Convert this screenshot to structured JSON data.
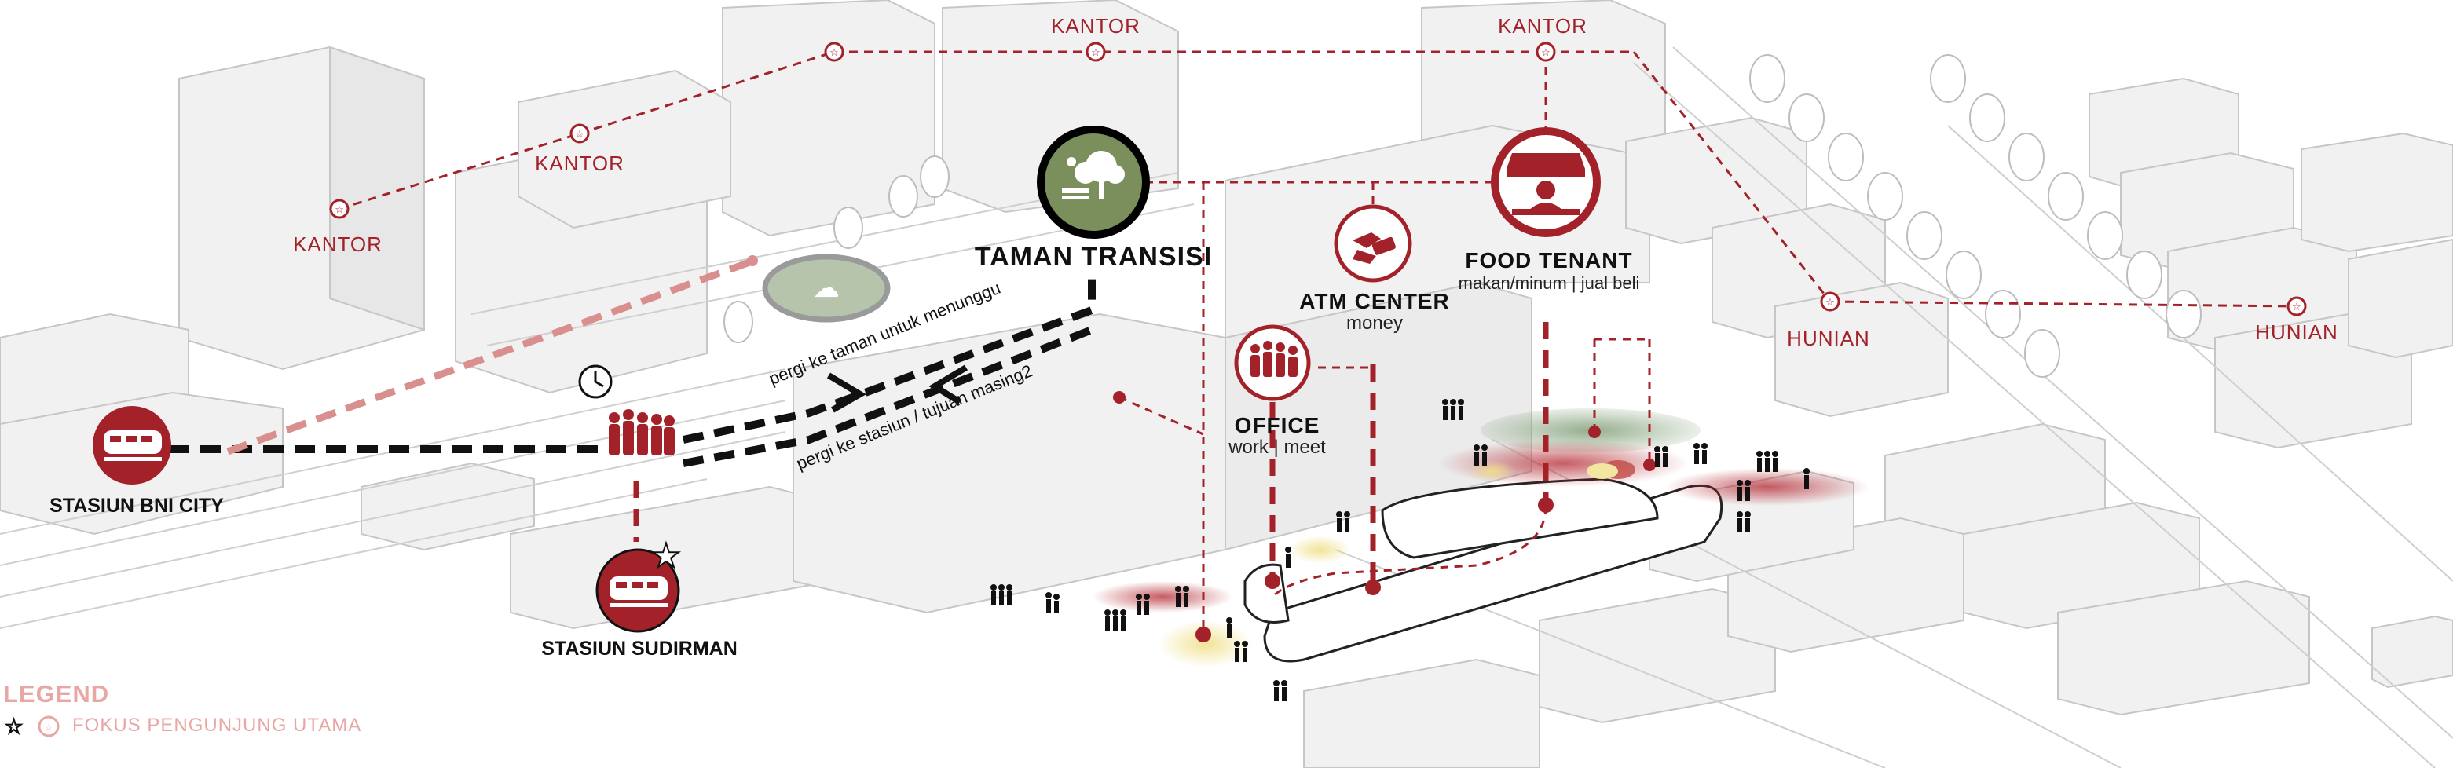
{
  "colors": {
    "accent_red": "#a3222a",
    "park_green": "#7a8f5c",
    "legend_pink": "#e8a6a4",
    "building_line": "#c9c9c9"
  },
  "nodes": {
    "kantor_1": "KANTOR",
    "kantor_2": "KANTOR",
    "kantor_3": "KANTOR",
    "kantor_4": "KANTOR",
    "hunian_1": "HUNIAN",
    "hunian_2": "HUNIAN",
    "taman_transisi": "TAMAN TRANSISI",
    "atm_center": "ATM CENTER",
    "atm_sub": "money",
    "food_tenant": "FOOD TENANT",
    "food_sub": "makan/minum | jual beli",
    "office": "OFFICE",
    "office_sub": "work | meet",
    "stasiun_bni": "STASIUN BNI CITY",
    "stasiun_sudirman": "STASIUN SUDIRMAN"
  },
  "paths": {
    "to_park": "pergi ke taman untuk menunggu",
    "to_station": "pergi ke stasiun / tujuan masing2"
  },
  "legend": {
    "title": "LEGEND",
    "item": "FOKUS PENGUNJUNG UTAMA"
  },
  "icons": [
    "train-icon",
    "clock-icon",
    "people-icon",
    "tree-bench-icon",
    "atm-hand-icon",
    "food-stall-icon",
    "office-people-icon",
    "star-icon",
    "target-circle-icon"
  ]
}
